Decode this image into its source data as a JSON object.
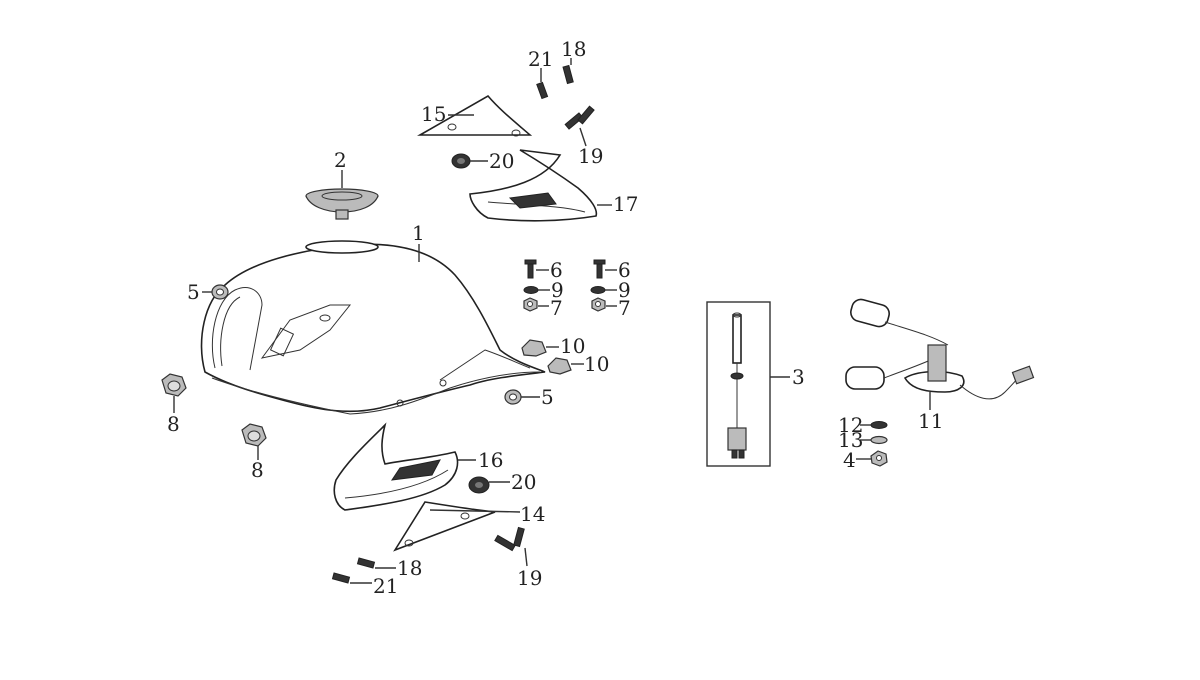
{
  "diagram": {
    "callouts": [
      {
        "id": "c1",
        "text": "1"
      },
      {
        "id": "c2",
        "text": "2"
      },
      {
        "id": "c3",
        "text": "3"
      },
      {
        "id": "c4",
        "text": "4"
      },
      {
        "id": "c5a",
        "text": "5"
      },
      {
        "id": "c5b",
        "text": "5"
      },
      {
        "id": "c6a",
        "text": "6"
      },
      {
        "id": "c6b",
        "text": "6"
      },
      {
        "id": "c7a",
        "text": "7"
      },
      {
        "id": "c7b",
        "text": "7"
      },
      {
        "id": "c8a",
        "text": "8"
      },
      {
        "id": "c8b",
        "text": "8"
      },
      {
        "id": "c9a",
        "text": "9"
      },
      {
        "id": "c9b",
        "text": "9"
      },
      {
        "id": "c10a",
        "text": "10"
      },
      {
        "id": "c10b",
        "text": "10"
      },
      {
        "id": "c11",
        "text": "11"
      },
      {
        "id": "c12",
        "text": "12"
      },
      {
        "id": "c13",
        "text": "13"
      },
      {
        "id": "c14",
        "text": "14"
      },
      {
        "id": "c15",
        "text": "15"
      },
      {
        "id": "c16",
        "text": "16"
      },
      {
        "id": "c17",
        "text": "17"
      },
      {
        "id": "c18a",
        "text": "18"
      },
      {
        "id": "c18b",
        "text": "18"
      },
      {
        "id": "c19a",
        "text": "19"
      },
      {
        "id": "c19b",
        "text": "19"
      },
      {
        "id": "c20a",
        "text": "20"
      },
      {
        "id": "c20b",
        "text": "20"
      },
      {
        "id": "c21a",
        "text": "21"
      },
      {
        "id": "c21b",
        "text": "21"
      }
    ]
  }
}
